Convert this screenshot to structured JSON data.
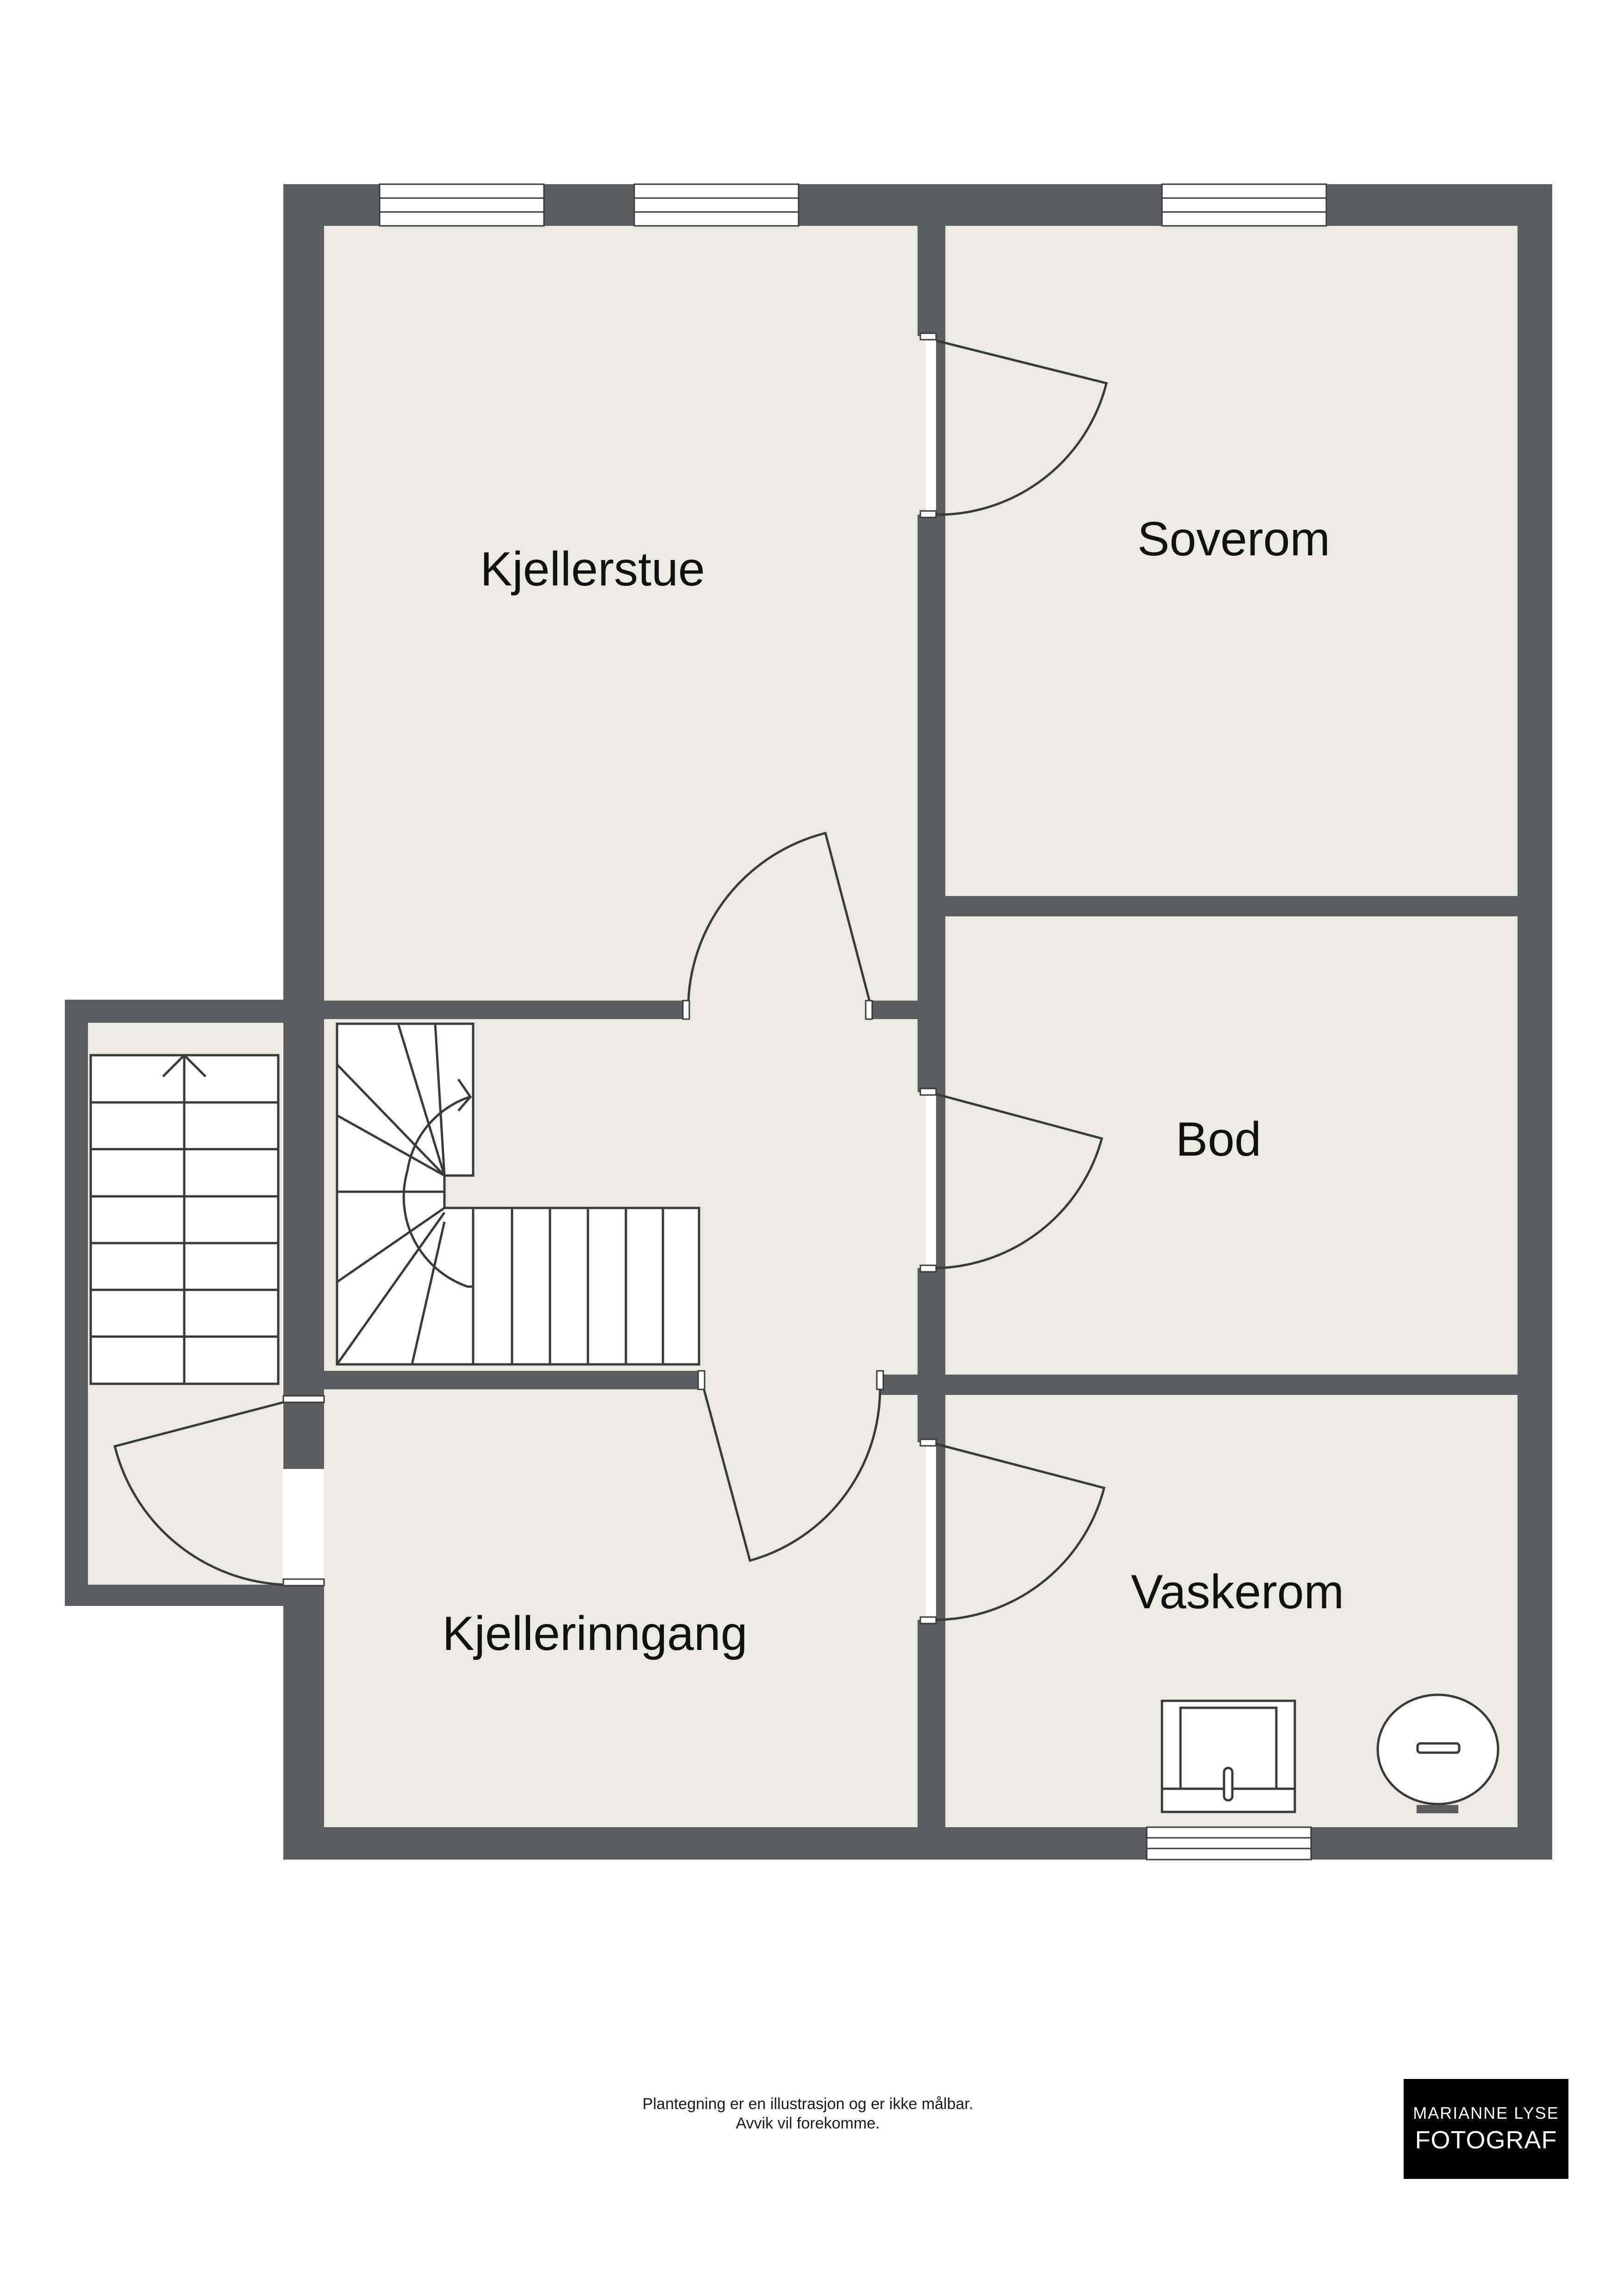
{
  "colors": {
    "wall": "#5b5d61",
    "floor": "#eaeae3",
    "line": "#3a3a3a",
    "logo_background": "#000000",
    "logo_text": "#ffffff"
  },
  "rooms": {
    "kjellerstue": "Kjellerstue",
    "soverom": "Soverom",
    "bod": "Bod",
    "kjellerinngang": "Kjellerinngang",
    "vaskerom": "Vaskerom"
  },
  "disclaimer": {
    "line1": "Plantegning er en illustrasjon og er ikke målbar.",
    "line2": "Avvik vil forekomme."
  },
  "logo": {
    "line1": "MARIANNE LYSE",
    "line2": "FOTOGRAF"
  },
  "icons": {
    "stairs_arrow": "arrow-icon",
    "washing_machine": "washing-machine-icon",
    "water_heater": "water-heater-icon"
  }
}
